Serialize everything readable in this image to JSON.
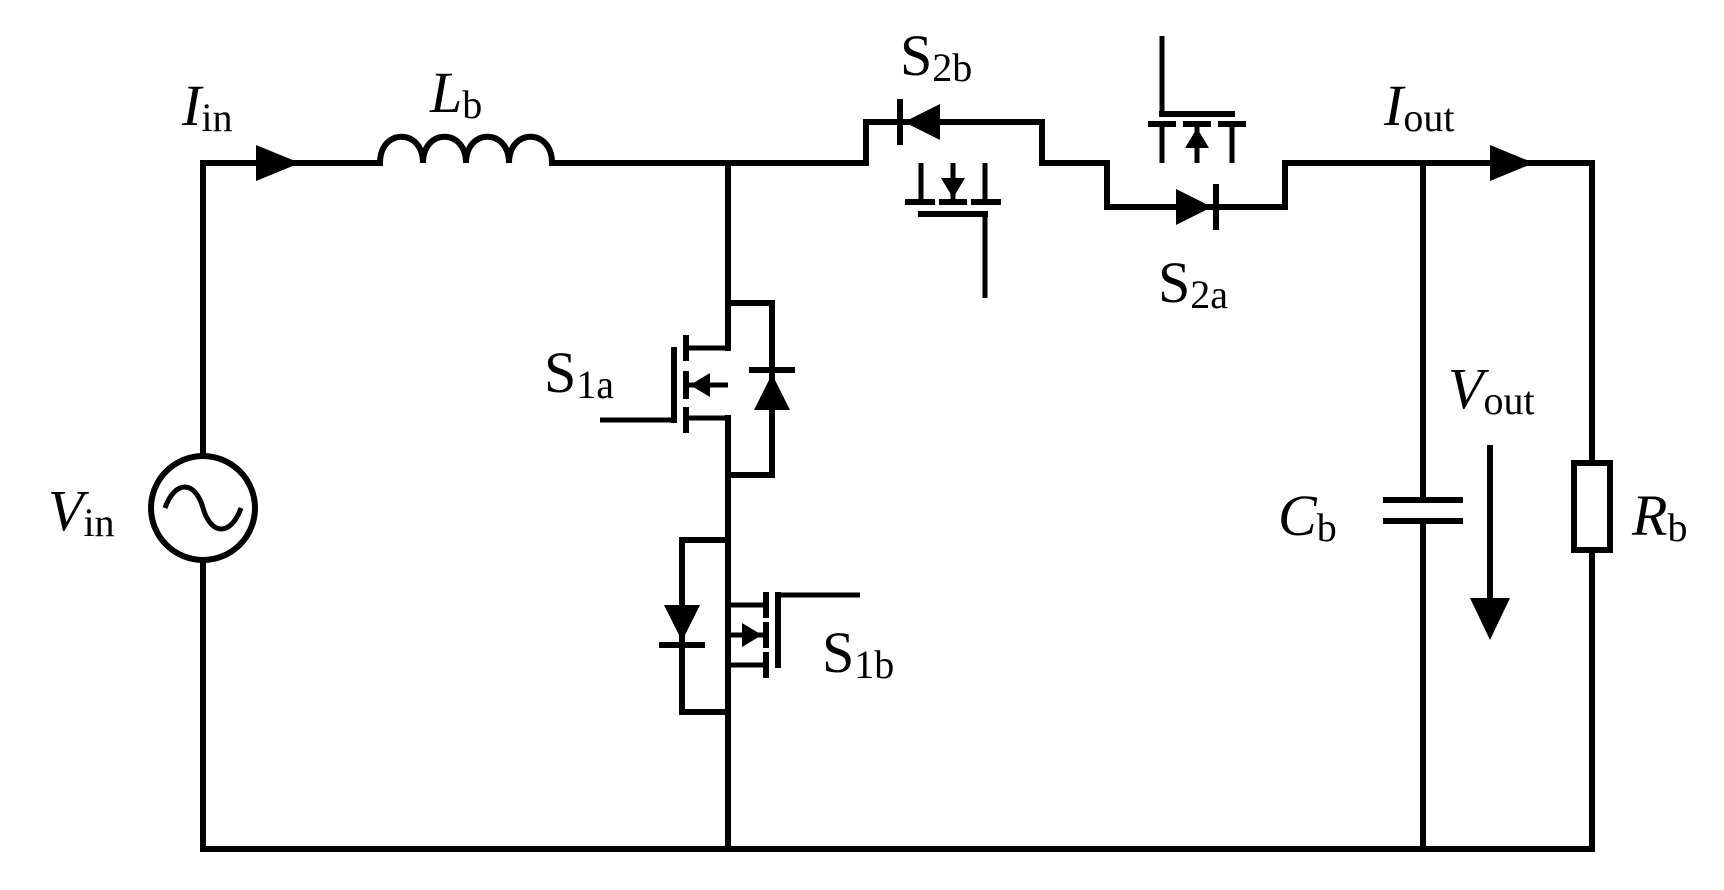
{
  "labels": {
    "input_current": {
      "main": "I",
      "sub": "in"
    },
    "inductor": {
      "main": "L",
      "sub": "b"
    },
    "source_voltage": {
      "main": "V",
      "sub": "in"
    },
    "switch_1a": {
      "main": "S",
      "sub": "1a"
    },
    "switch_1b": {
      "main": "S",
      "sub": "1b"
    },
    "switch_2a": {
      "main": "S",
      "sub": "2a"
    },
    "switch_2b": {
      "main": "S",
      "sub": "2b"
    },
    "output_current": {
      "main": "I",
      "sub": "out"
    },
    "output_voltage": {
      "main": "V",
      "sub": "out"
    },
    "capacitor": {
      "main": "C",
      "sub": "b"
    },
    "resistor": {
      "main": "R",
      "sub": "b"
    }
  },
  "colors": {
    "line": "#000000",
    "background": "#ffffff"
  },
  "symbols": [
    "ac-source-icon",
    "inductor-icon",
    "mosfet-icon",
    "diode-icon",
    "capacitor-icon",
    "resistor-icon",
    "current-arrow-icon",
    "voltage-arrow-icon"
  ]
}
